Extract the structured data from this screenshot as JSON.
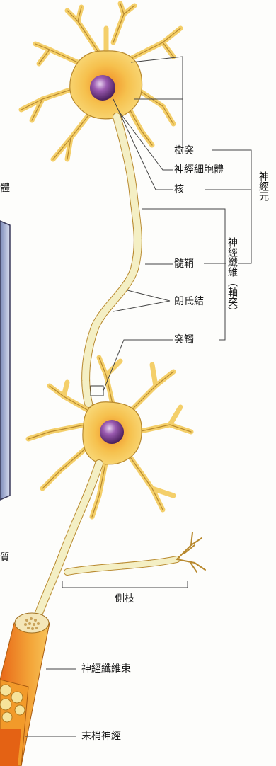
{
  "labels": {
    "dendrite": "樹突",
    "cell_body": "神經細胞體",
    "nucleus": "核",
    "neuron": "神經元",
    "myelin_sheath": "髓鞘",
    "nerve_fiber": "神經纖維（軸突）",
    "node_of_ranvier": "朗氏結",
    "synapse": "突觸",
    "collateral": "側枝",
    "fiber_bundle": "神經纖維束",
    "peripheral_nerve": "末梢神經",
    "edge_fragment_1": "體",
    "edge_fragment_2": "質"
  },
  "colors": {
    "cell": "#f6cc5c",
    "cell_core": "#f09a2a",
    "cell_outline": "#b8892e",
    "nucleus": "#7a3b8c",
    "myelin": "#f4efc4",
    "nerve_orange": "#f0a030",
    "nerve_red": "#e05a10",
    "leader": "#444444"
  }
}
